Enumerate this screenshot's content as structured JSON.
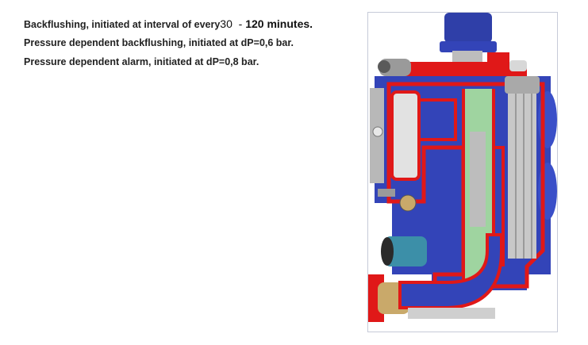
{
  "lines": [
    {
      "prefix": "Backfluishing, initiated at interval of every",
      "text": "Backflushing, initiated at interval of every",
      "interval_min": "30",
      "separator": "  - ",
      "interval_max": "120 minutes."
    },
    {
      "text": "Pressure dependent backflushing, initiated at dP=0,6 bar."
    },
    {
      "text": "Pressure dependent alarm, initiated at dP=0,8 bar."
    }
  ],
  "figure": {
    "subject": "automatic-backflushing-filter-cutaway",
    "colors": {
      "housing_blue": "#3344b8",
      "cut_red": "#e01818",
      "inner_green": "#9fd4a0",
      "element_grey": "#c8c8c8",
      "motor_blue": "#2f3fa8",
      "transmitter_teal": "#3c8fa8",
      "brass": "#c9a96a",
      "frame_border": "#c6cad8"
    }
  }
}
